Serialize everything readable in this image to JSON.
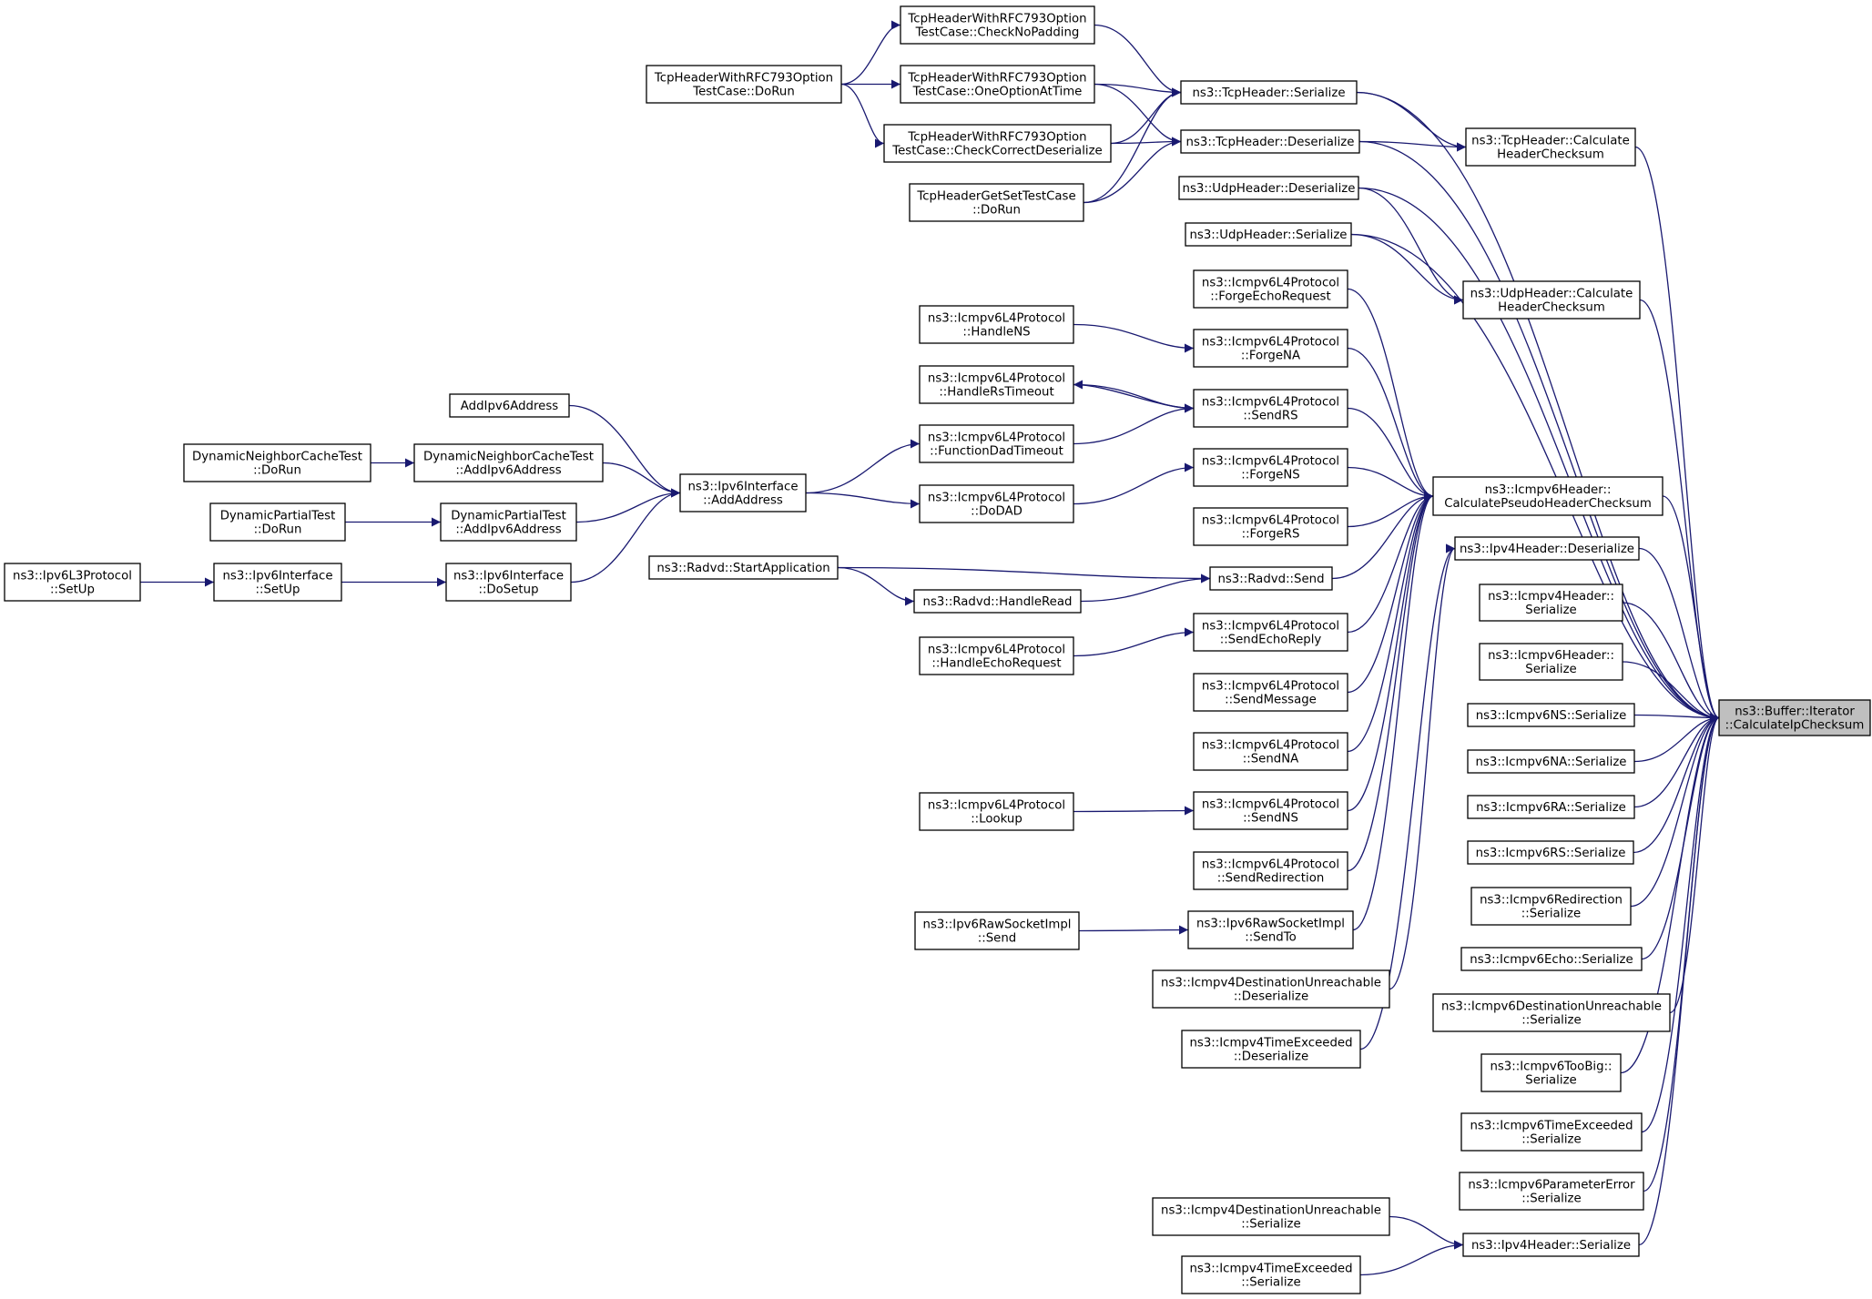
{
  "graph": {
    "type": "caller-graph",
    "colors": {
      "edge": "#191970",
      "node_fill": "#ffffff",
      "node_border": "#000000",
      "root_fill": "#bfbfbf"
    },
    "nodes": [
      {
        "id": "root",
        "lines": [
          "ns3::Buffer::Iterator",
          "::CalculateIpChecksum"
        ],
        "root": true
      },
      {
        "id": "tcpSer",
        "lines": [
          "ns3::TcpHeader::Serialize"
        ]
      },
      {
        "id": "tcpDes",
        "lines": [
          "ns3::TcpHeader::Deserialize"
        ]
      },
      {
        "id": "tcpCalc",
        "lines": [
          "ns3::TcpHeader::Calculate",
          "HeaderChecksum"
        ]
      },
      {
        "id": "udpDes",
        "lines": [
          "ns3::UdpHeader::Deserialize"
        ]
      },
      {
        "id": "udpSer",
        "lines": [
          "ns3::UdpHeader::Serialize"
        ]
      },
      {
        "id": "udpCalc",
        "lines": [
          "ns3::UdpHeader::Calculate",
          "HeaderChecksum"
        ]
      },
      {
        "id": "icmpPseudo",
        "lines": [
          "ns3::Icmpv6Header::",
          "CalculatePseudoHeaderChecksum"
        ]
      },
      {
        "id": "ipv4Des",
        "lines": [
          "ns3::Ipv4Header::Deserialize"
        ]
      },
      {
        "id": "icmpv4HSer",
        "lines": [
          "ns3::Icmpv4Header::",
          "Serialize"
        ]
      },
      {
        "id": "icmpv6HSer",
        "lines": [
          "ns3::Icmpv6Header::",
          "Serialize"
        ]
      },
      {
        "id": "nsSer",
        "lines": [
          "ns3::Icmpv6NS::Serialize"
        ]
      },
      {
        "id": "naSer",
        "lines": [
          "ns3::Icmpv6NA::Serialize"
        ]
      },
      {
        "id": "raSer",
        "lines": [
          "ns3::Icmpv6RA::Serialize"
        ]
      },
      {
        "id": "rsSer",
        "lines": [
          "ns3::Icmpv6RS::Serialize"
        ]
      },
      {
        "id": "redirSer",
        "lines": [
          "ns3::Icmpv6Redirection",
          "::Serialize"
        ]
      },
      {
        "id": "echoSer",
        "lines": [
          "ns3::Icmpv6Echo::Serialize"
        ]
      },
      {
        "id": "destUnreach6Ser",
        "lines": [
          "ns3::Icmpv6DestinationUnreachable",
          "::Serialize"
        ]
      },
      {
        "id": "tooBigSer",
        "lines": [
          "ns3::Icmpv6TooBig::",
          "Serialize"
        ]
      },
      {
        "id": "timeEx6Ser",
        "lines": [
          "ns3::Icmpv6TimeExceeded",
          "::Serialize"
        ]
      },
      {
        "id": "paramErrSer",
        "lines": [
          "ns3::Icmpv6ParameterError",
          "::Serialize"
        ]
      },
      {
        "id": "ipv4Ser",
        "lines": [
          "ns3::Ipv4Header::Serialize"
        ]
      },
      {
        "id": "destUnreach4Ser",
        "lines": [
          "ns3::Icmpv4DestinationUnreachable",
          "::Serialize"
        ]
      },
      {
        "id": "timeEx4Ser",
        "lines": [
          "ns3::Icmpv4TimeExceeded",
          "::Serialize"
        ]
      },
      {
        "id": "checkNoPad",
        "lines": [
          "TcpHeaderWithRFC793Option",
          "TestCase::CheckNoPadding"
        ]
      },
      {
        "id": "oneOpt",
        "lines": [
          "TcpHeaderWithRFC793Option",
          "TestCase::OneOptionAtTime"
        ]
      },
      {
        "id": "checkCorr",
        "lines": [
          "TcpHeaderWithRFC793Option",
          "TestCase::CheckCorrectDeserialize"
        ]
      },
      {
        "id": "tcpGetSet",
        "lines": [
          "TcpHeaderGetSetTestCase",
          "::DoRun"
        ]
      },
      {
        "id": "tcpRfcDoRun",
        "lines": [
          "TcpHeaderWithRFC793Option",
          "TestCase::DoRun"
        ]
      },
      {
        "id": "forgeEcho",
        "lines": [
          "ns3::Icmpv6L4Protocol",
          "::ForgeEchoRequest"
        ]
      },
      {
        "id": "forgeNA",
        "lines": [
          "ns3::Icmpv6L4Protocol",
          "::ForgeNA"
        ]
      },
      {
        "id": "sendRS",
        "lines": [
          "ns3::Icmpv6L4Protocol",
          "::SendRS"
        ]
      },
      {
        "id": "forgeNS",
        "lines": [
          "ns3::Icmpv6L4Protocol",
          "::ForgeNS"
        ]
      },
      {
        "id": "forgeRS",
        "lines": [
          "ns3::Icmpv6L4Protocol",
          "::ForgeRS"
        ]
      },
      {
        "id": "radvdSend",
        "lines": [
          "ns3::Radvd::Send"
        ]
      },
      {
        "id": "sendEchoReply",
        "lines": [
          "ns3::Icmpv6L4Protocol",
          "::SendEchoReply"
        ]
      },
      {
        "id": "sendMessage",
        "lines": [
          "ns3::Icmpv6L4Protocol",
          "::SendMessage"
        ]
      },
      {
        "id": "sendNA",
        "lines": [
          "ns3::Icmpv6L4Protocol",
          "::SendNA"
        ]
      },
      {
        "id": "sendNS",
        "lines": [
          "ns3::Icmpv6L4Protocol",
          "::SendNS"
        ]
      },
      {
        "id": "sendRedir",
        "lines": [
          "ns3::Icmpv6L4Protocol",
          "::SendRedirection"
        ]
      },
      {
        "id": "rawSendTo",
        "lines": [
          "ns3::Ipv6RawSocketImpl",
          "::SendTo"
        ]
      },
      {
        "id": "destUnreach4Des",
        "lines": [
          "ns3::Icmpv4DestinationUnreachable",
          "::Deserialize"
        ]
      },
      {
        "id": "timeEx4Des",
        "lines": [
          "ns3::Icmpv4TimeExceeded",
          "::Deserialize"
        ]
      },
      {
        "id": "handleNS",
        "lines": [
          "ns3::Icmpv6L4Protocol",
          "::HandleNS"
        ]
      },
      {
        "id": "handleRsTimeout",
        "lines": [
          "ns3::Icmpv6L4Protocol",
          "::HandleRsTimeout"
        ]
      },
      {
        "id": "funcDad",
        "lines": [
          "ns3::Icmpv6L4Protocol",
          "::FunctionDadTimeout"
        ]
      },
      {
        "id": "doDAD",
        "lines": [
          "ns3::Icmpv6L4Protocol",
          "::DoDAD"
        ]
      },
      {
        "id": "startApp",
        "lines": [
          "ns3::Radvd::StartApplication"
        ]
      },
      {
        "id": "handleRead",
        "lines": [
          "ns3::Radvd::HandleRead"
        ]
      },
      {
        "id": "handleEcho",
        "lines": [
          "ns3::Icmpv6L4Protocol",
          "::HandleEchoRequest"
        ]
      },
      {
        "id": "lookup",
        "lines": [
          "ns3::Icmpv6L4Protocol",
          "::Lookup"
        ]
      },
      {
        "id": "rawSend",
        "lines": [
          "ns3::Ipv6RawSocketImpl",
          "::Send"
        ]
      },
      {
        "id": "addAddress",
        "lines": [
          "ns3::Ipv6Interface",
          "::AddAddress"
        ]
      },
      {
        "id": "addIpv6",
        "lines": [
          "AddIpv6Address"
        ]
      },
      {
        "id": "dncAdd",
        "lines": [
          "DynamicNeighborCacheTest",
          "::AddIpv6Address"
        ]
      },
      {
        "id": "dncRun",
        "lines": [
          "DynamicNeighborCacheTest",
          "::DoRun"
        ]
      },
      {
        "id": "dpAdd",
        "lines": [
          "DynamicPartialTest",
          "::AddIpv6Address"
        ]
      },
      {
        "id": "dpRun",
        "lines": [
          "DynamicPartialTest",
          "::DoRun"
        ]
      },
      {
        "id": "doSetup",
        "lines": [
          "ns3::Ipv6Interface",
          "::DoSetup"
        ]
      },
      {
        "id": "ifSetUp",
        "lines": [
          "ns3::Ipv6Interface",
          "::SetUp"
        ]
      },
      {
        "id": "l3SetUp",
        "lines": [
          "ns3::Ipv6L3Protocol",
          "::SetUp"
        ]
      }
    ],
    "edges": [
      [
        "tcpSer",
        "root"
      ],
      [
        "tcpDes",
        "root"
      ],
      [
        "tcpCalc",
        "root"
      ],
      [
        "udpDes",
        "root"
      ],
      [
        "udpSer",
        "root"
      ],
      [
        "udpCalc",
        "root"
      ],
      [
        "icmpPseudo",
        "root"
      ],
      [
        "ipv4Des",
        "root"
      ],
      [
        "icmpv4HSer",
        "root"
      ],
      [
        "icmpv6HSer",
        "root"
      ],
      [
        "nsSer",
        "root"
      ],
      [
        "naSer",
        "root"
      ],
      [
        "raSer",
        "root"
      ],
      [
        "rsSer",
        "root"
      ],
      [
        "redirSer",
        "root"
      ],
      [
        "echoSer",
        "root"
      ],
      [
        "destUnreach6Ser",
        "root"
      ],
      [
        "tooBigSer",
        "root"
      ],
      [
        "timeEx6Ser",
        "root"
      ],
      [
        "paramErrSer",
        "root"
      ],
      [
        "ipv4Ser",
        "root"
      ],
      [
        "tcpSer",
        "tcpCalc"
      ],
      [
        "tcpDes",
        "tcpCalc"
      ],
      [
        "udpDes",
        "udpCalc"
      ],
      [
        "udpSer",
        "udpCalc"
      ],
      [
        "destUnreach4Ser",
        "ipv4Ser"
      ],
      [
        "timeEx4Ser",
        "ipv4Ser"
      ],
      [
        "destUnreach4Des",
        "ipv4Des"
      ],
      [
        "timeEx4Des",
        "ipv4Des"
      ],
      [
        "checkNoPad",
        "tcpSer"
      ],
      [
        "oneOpt",
        "tcpSer"
      ],
      [
        "checkCorr",
        "tcpSer"
      ],
      [
        "tcpGetSet",
        "tcpSer"
      ],
      [
        "oneOpt",
        "tcpDes"
      ],
      [
        "checkCorr",
        "tcpDes"
      ],
      [
        "tcpGetSet",
        "tcpDes"
      ],
      [
        "tcpRfcDoRun",
        "checkNoPad"
      ],
      [
        "tcpRfcDoRun",
        "oneOpt"
      ],
      [
        "tcpRfcDoRun",
        "checkCorr"
      ],
      [
        "forgeEcho",
        "icmpPseudo"
      ],
      [
        "forgeNA",
        "icmpPseudo"
      ],
      [
        "sendRS",
        "icmpPseudo"
      ],
      [
        "forgeNS",
        "icmpPseudo"
      ],
      [
        "forgeRS",
        "icmpPseudo"
      ],
      [
        "radvdSend",
        "icmpPseudo"
      ],
      [
        "sendEchoReply",
        "icmpPseudo"
      ],
      [
        "sendMessage",
        "icmpPseudo"
      ],
      [
        "sendNA",
        "icmpPseudo"
      ],
      [
        "sendNS",
        "icmpPseudo"
      ],
      [
        "sendRedir",
        "icmpPseudo"
      ],
      [
        "rawSendTo",
        "icmpPseudo"
      ],
      [
        "handleNS",
        "forgeNA"
      ],
      [
        "sendRS",
        "handleRsTimeout"
      ],
      [
        "handleRsTimeout",
        "sendRS"
      ],
      [
        "funcDad",
        "sendRS"
      ],
      [
        "doDAD",
        "forgeNS"
      ],
      [
        "startApp",
        "radvdSend"
      ],
      [
        "handleRead",
        "radvdSend"
      ],
      [
        "startApp",
        "handleRead"
      ],
      [
        "handleEcho",
        "sendEchoReply"
      ],
      [
        "lookup",
        "sendNS"
      ],
      [
        "rawSend",
        "rawSendTo"
      ],
      [
        "addAddress",
        "funcDad"
      ],
      [
        "addAddress",
        "doDAD"
      ],
      [
        "addIpv6",
        "addAddress"
      ],
      [
        "dncAdd",
        "addAddress"
      ],
      [
        "dpAdd",
        "addAddress"
      ],
      [
        "doSetup",
        "addAddress"
      ],
      [
        "dncRun",
        "dncAdd"
      ],
      [
        "dpRun",
        "dpAdd"
      ],
      [
        "ifSetUp",
        "doSetup"
      ],
      [
        "l3SetUp",
        "ifSetUp"
      ]
    ]
  }
}
